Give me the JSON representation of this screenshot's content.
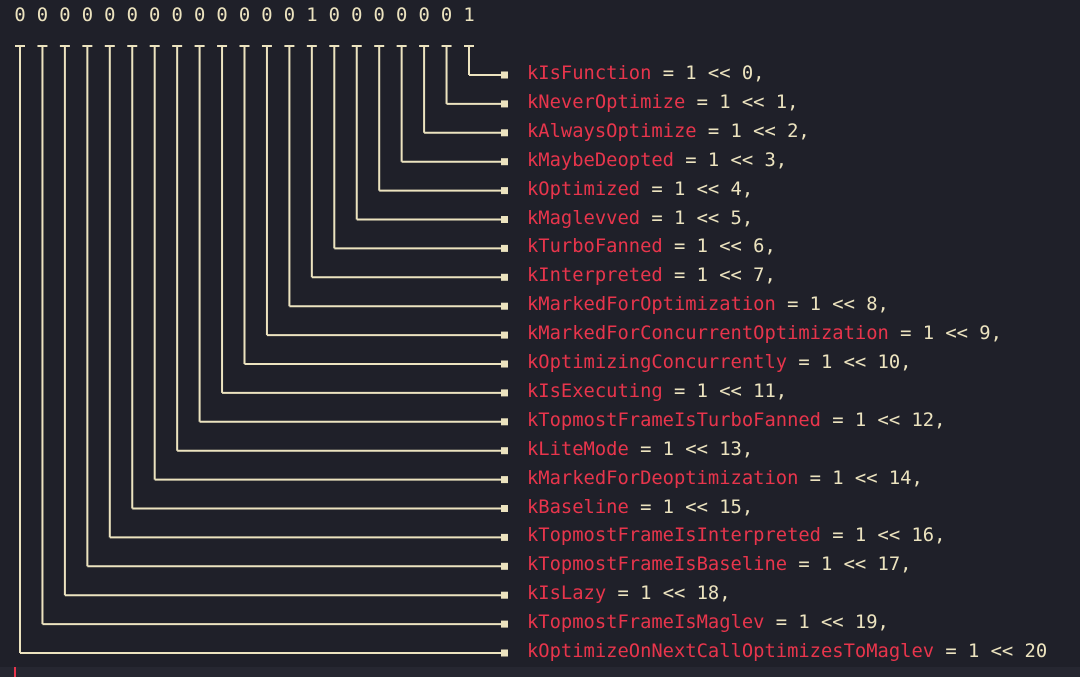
{
  "bits": [
    "0",
    "0",
    "0",
    "0",
    "0",
    "0",
    "0",
    "0",
    "0",
    "0",
    "0",
    "0",
    "0",
    "1",
    "0",
    "0",
    "0",
    "0",
    "0",
    "0",
    "1"
  ],
  "colors": {
    "background": "#1f2029",
    "line": "#ece3bf",
    "name": "#e8354c"
  },
  "flags": [
    {
      "name": "kIsFunction",
      "rest": " = 1 << 0,"
    },
    {
      "name": "kNeverOptimize",
      "rest": " = 1 << 1,"
    },
    {
      "name": "kAlwaysOptimize",
      "rest": " = 1 << 2,"
    },
    {
      "name": "kMaybeDeopted",
      "rest": " = 1 << 3,"
    },
    {
      "name": "kOptimized",
      "rest": " = 1 << 4,"
    },
    {
      "name": "kMaglevved",
      "rest": " = 1 << 5,"
    },
    {
      "name": "kTurboFanned",
      "rest": " = 1 << 6,"
    },
    {
      "name": "kInterpreted",
      "rest": " = 1 << 7,"
    },
    {
      "name": "kMarkedForOptimization",
      "rest": " = 1 << 8,"
    },
    {
      "name": "kMarkedForConcurrentOptimization",
      "rest": " = 1 << 9,"
    },
    {
      "name": "kOptimizingConcurrently",
      "rest": " = 1 << 10,"
    },
    {
      "name": "kIsExecuting",
      "rest": " = 1 << 11,"
    },
    {
      "name": "kTopmostFrameIsTurboFanned",
      "rest": " = 1 << 12,"
    },
    {
      "name": "kLiteMode",
      "rest": " = 1 << 13,"
    },
    {
      "name": "kMarkedForDeoptimization",
      "rest": " = 1 << 14,"
    },
    {
      "name": "kBaseline",
      "rest": " = 1 << 15,"
    },
    {
      "name": "kTopmostFrameIsInterpreted",
      "rest": " = 1 << 16,"
    },
    {
      "name": "kTopmostFrameIsBaseline",
      "rest": " = 1 << 17,"
    },
    {
      "name": "kIsLazy",
      "rest": " = 1 << 18,"
    },
    {
      "name": "kTopmostFrameIsMaglev",
      "rest": " = 1 << 19,"
    },
    {
      "name": "kOptimizeOnNextCallOptimizesToMaglev",
      "rest": " = 1 << 20"
    }
  ]
}
